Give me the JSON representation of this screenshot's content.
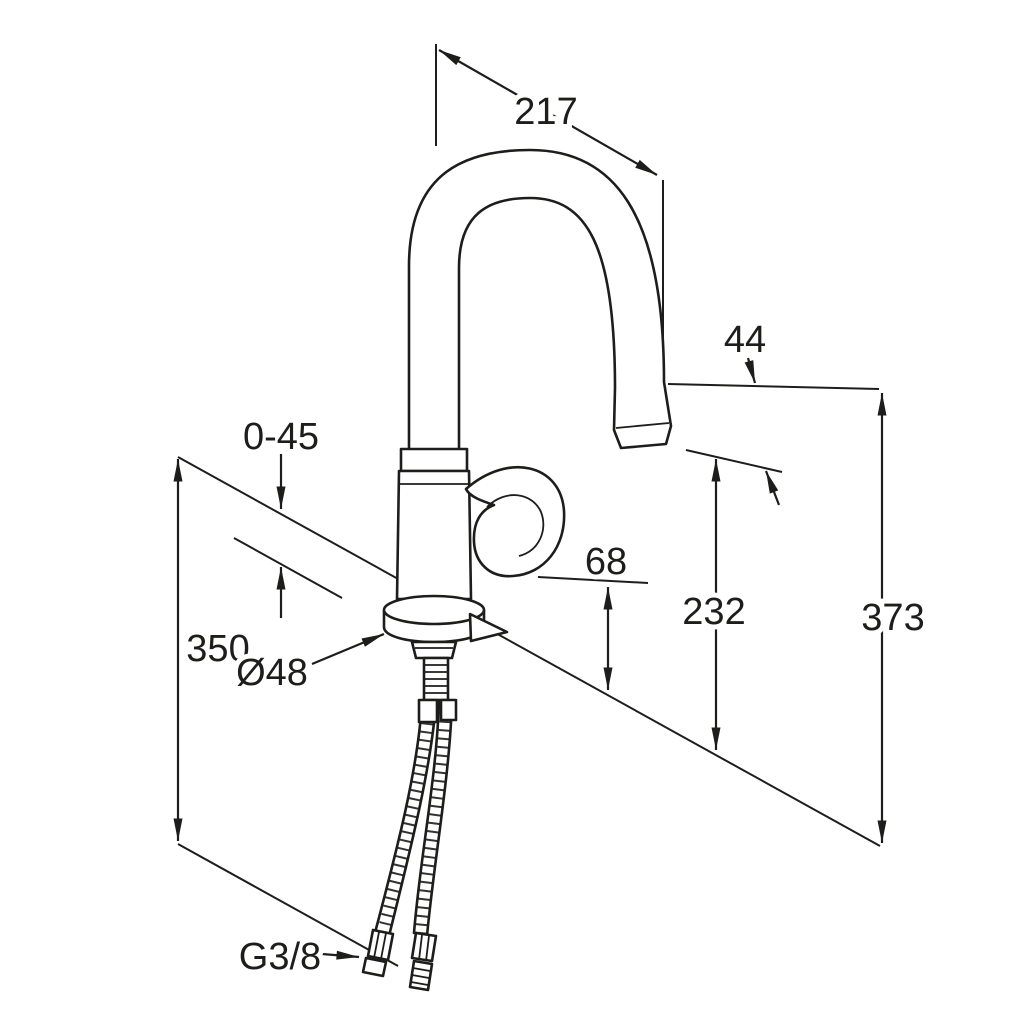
{
  "drawing": {
    "background": "#ffffff",
    "stroke_color": "#1d1d1b",
    "labels": {
      "spout_reach": "217",
      "spout_end_drop": "44",
      "mounting_thickness": "0-45",
      "below_deck_depth": "350",
      "base_diameter": "Ø48",
      "handle_clearance": "68",
      "outlet_height": "232",
      "total_height": "373",
      "connection_thread": "G3/8"
    }
  }
}
